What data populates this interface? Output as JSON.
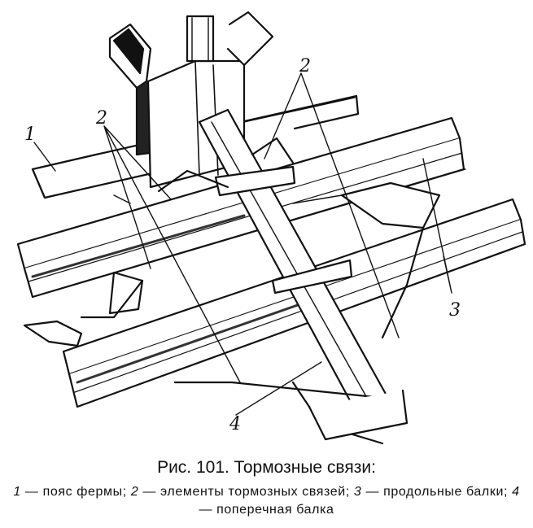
{
  "figure": {
    "labels": {
      "l1": "1",
      "l2a": "2",
      "l2b": "2",
      "l3": "3",
      "l4": "4"
    }
  },
  "caption": {
    "title": "Рис. 101. Тормозные связи:",
    "legend": [
      {
        "num": "1",
        "text": " — пояс фермы; "
      },
      {
        "num": "2",
        "text": " — элементы тормозных связей; "
      },
      {
        "num": "3",
        "text": " — продольные балки; "
      },
      {
        "num": "4",
        "text": " — поперечная балка"
      }
    ]
  }
}
